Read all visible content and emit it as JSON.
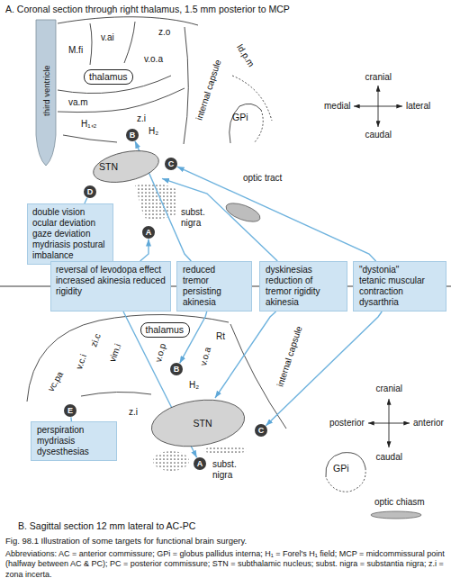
{
  "diagram": {
    "caption": "Fig. 98.1 Illustration of some targets for functional brain surgery.",
    "nodes": [
      {
        "text": [
          "thalamus"
        ]
      },
      {
        "text": [
          "B"
        ]
      },
      {
        "text": [
          "C"
        ]
      },
      {
        "text": [
          "GPi"
        ]
      },
      {
        "text": [
          "STN"
        ]
      },
      {
        "text": [
          "D"
        ]
      },
      {
        "text": [
          "A"
        ]
      },
      {
        "text": [
          "double vision ocular deviation gaze deviation mydriasis postural imbalance"
        ]
      },
      {
        "text": [
          "reversal of levodopa effect increased akinesia reduced rigidity"
        ]
      },
      {
        "text": [
          "reduced tremor persisting akinesia"
        ]
      },
      {
        "text": [
          "dyskinesias reduction of tremor rigidity akinesia"
        ]
      },
      {
        "text": [
          "\"dystonia\" tetanic muscular contraction dysarthria"
        ]
      },
      {
        "text": [
          "thalamus"
        ]
      },
      {
        "text": [
          "B"
        ]
      },
      {
        "text": [
          "C"
        ]
      },
      {
        "text": [
          "STN"
        ]
      },
      {
        "text": [
          "E"
        ]
      },
      {
        "text": [
          "perspiration mydriasis dysesthesias"
        ]
      },
      {
        "text": [
          "A"
        ]
      },
      {
        "text": [
          "GPi"
        ]
      }
    ],
    "edges": [
      {
        "from": 7,
        "to": 5,
        "arrow": "none"
      },
      {
        "from": 8,
        "to": 6,
        "arrow": "to"
      },
      {
        "from": 8,
        "to": 18,
        "arrow": "to"
      },
      {
        "from": 9,
        "to": 1,
        "arrow": "to"
      },
      {
        "from": 9,
        "to": 13,
        "arrow": "to"
      },
      {
        "from": 10,
        "to": 4,
        "arrow": "to"
      },
      {
        "from": 10,
        "to": 15,
        "arrow": "to"
      },
      {
        "from": 11,
        "to": 2,
        "arrow": "to"
      },
      {
        "from": 11,
        "to": 14,
        "arrow": "to"
      },
      {
        "from": 17,
        "to": 16,
        "arrow": "none"
      }
    ],
    "labels": [
      "A. Coronal section through right thalamus, 1.5 mm posterior to MCP",
      "z.o",
      "M.fi",
      "v.ai",
      "v.o.a",
      "va.m",
      "third ventricle",
      "internal capsule",
      "ld.p.m",
      "H₁₊₂",
      "z.i",
      "H₂",
      "subst. nigra",
      "optic tract",
      "cranial",
      "medial",
      "lateral",
      "caudal",
      "zi.c",
      "vim.i",
      "v.c.i",
      "vc.pa",
      "v.o.p",
      "v.o.a",
      "Rt",
      "internal capsule",
      "H₂",
      "z.i",
      "subst. nigra",
      "optic chiasm",
      "cranial",
      "posterior",
      "anterior",
      "caudal",
      "B. Sagittal section 12 mm lateral to AC-PC",
      "Abbreviations: AC = anterior commissure; GPi = globus pallidus interna; H₁ = Forel's H₁ field; MCP = midcommissural point (halfway between AC & PC); PC = posterior commissure; STN = subthalamic nucleus; subst. nigra = substantia nigra; z.i = zona incerta."
    ]
  }
}
